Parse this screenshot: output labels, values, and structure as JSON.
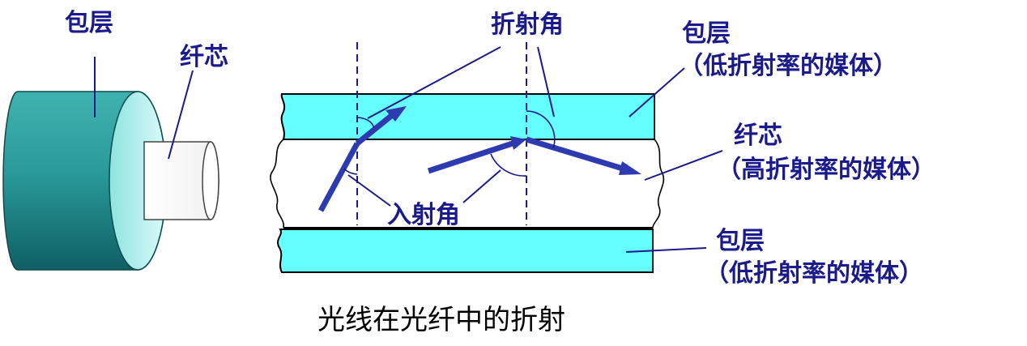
{
  "colors": {
    "label": "#1a1a8c",
    "ray": "#2e3bb0",
    "cladding_fill": "#66ffff",
    "cable_body": "#2a9a9a",
    "cable_face": "#b7f1ef",
    "core_face": "#ffffff"
  },
  "left_figure": {
    "cladding_label": "包层",
    "core_label": "纤芯"
  },
  "right_figure": {
    "refraction_angle_label": "折射角",
    "incidence_angle_label": "入射角",
    "top_cladding_label": "包层",
    "top_cladding_note": "（低折射率的媒体）",
    "core_label": "纤芯",
    "core_note": "（高折射率的媒体）",
    "bottom_cladding_label": "包层",
    "bottom_cladding_note": "（低折射率的媒体）"
  },
  "caption": "光线在光纤中的折射"
}
